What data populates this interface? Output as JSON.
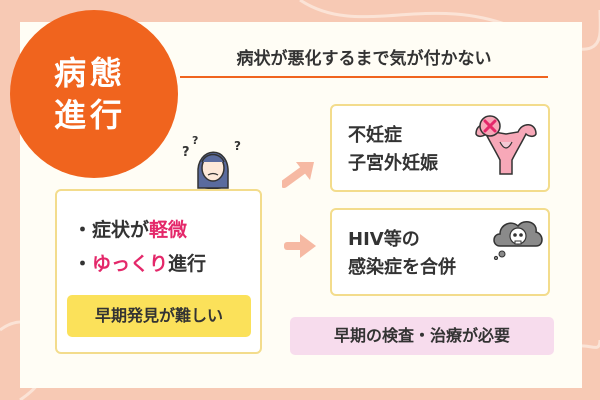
{
  "badge": {
    "line1": "病態",
    "line2": "進行"
  },
  "headline": "病状が悪化するまで気が付かない",
  "left_box": {
    "bullet1_prefix": "・症状が",
    "bullet1_highlight": "軽微",
    "bullet2_prefix": "・",
    "bullet2_highlight": "ゆっくり",
    "bullet2_suffix": "進行",
    "label": "早期発見が難しい"
  },
  "right_top": {
    "line1": "不妊症",
    "line2": "子宮外妊娠"
  },
  "right_bottom": {
    "line1": "HIV等の",
    "line2": "感染症を合併"
  },
  "bottom_label": "早期の検査・治療が必要",
  "icons": {
    "person": "worried-person-icon",
    "question": "question-mark-icon",
    "uterus": "uterus-x-icon",
    "skull": "skull-cloud-icon",
    "arrow": "arrow-right-icon"
  },
  "colors": {
    "background": "#f7c9b4",
    "badge": "#f0641e",
    "highlight": "#e4286a",
    "box_border": "#f3dc8c",
    "yellow_label": "#fbe15a",
    "pink_label": "#f7dced",
    "arrow": "#f6b9a3"
  }
}
